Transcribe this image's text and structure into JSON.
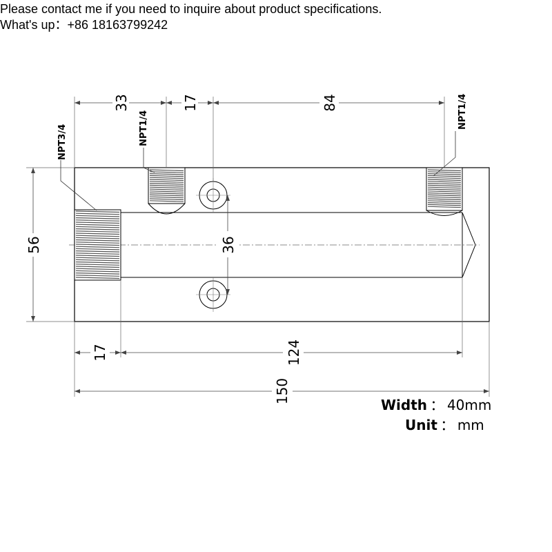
{
  "contact": {
    "line1": "Please contact me if you need to inquire about product specifications.",
    "line2": "What's up：+86 18163799242"
  },
  "dimensions": {
    "top_33": "33",
    "top_17": "17",
    "top_84": "84",
    "left_56": "56",
    "center_36": "36",
    "bottom_17": "17",
    "bottom_124": "124",
    "bottom_150": "150"
  },
  "labels": {
    "npt_left": "NPT3/4",
    "npt_mid": "NPT1/4",
    "npt_right": "NPT1/4"
  },
  "notes": {
    "width_key": "Width",
    "width_sep": "：",
    "width_value": "40mm",
    "unit_key": "Unit",
    "unit_sep": "：",
    "unit_value": "mm"
  },
  "colors": {
    "line": "#000000",
    "thread": "#555555",
    "dim": "#444444"
  }
}
